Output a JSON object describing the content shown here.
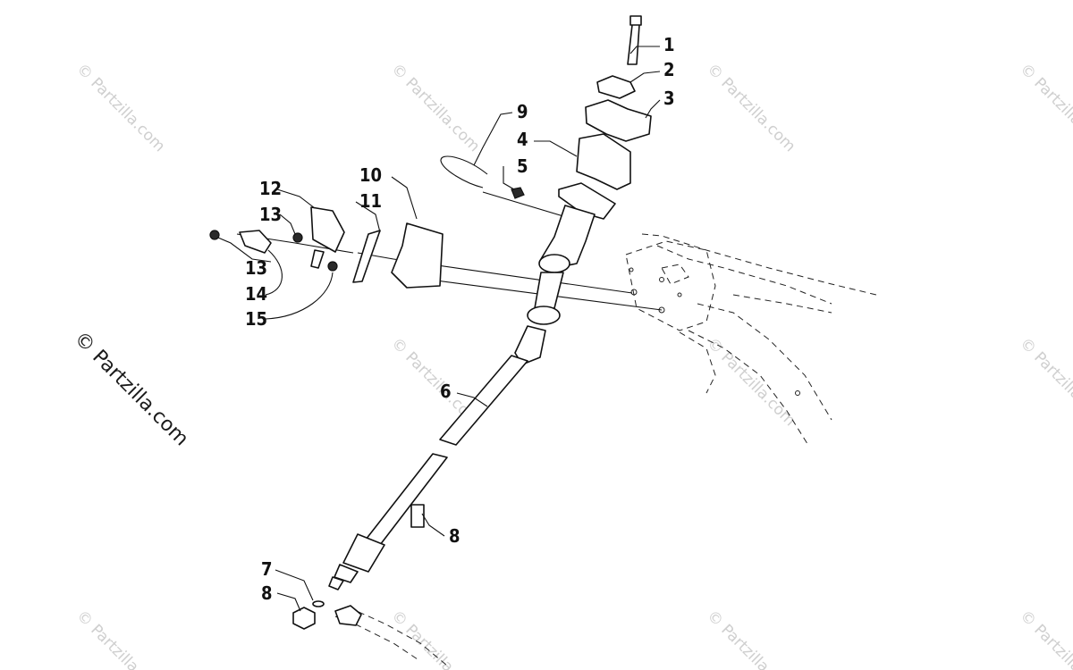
{
  "watermark": {
    "main_text": "© Partzilla.com",
    "tile_text": "© Partzilla.com"
  },
  "callouts": [
    {
      "id": "c1",
      "label": "1"
    },
    {
      "id": "c2",
      "label": "2"
    },
    {
      "id": "c3",
      "label": "3"
    },
    {
      "id": "c4",
      "label": "4"
    },
    {
      "id": "c5",
      "label": "5"
    },
    {
      "id": "c6",
      "label": "6"
    },
    {
      "id": "c7",
      "label": "7"
    },
    {
      "id": "c8a",
      "label": "8"
    },
    {
      "id": "c8b",
      "label": "8"
    },
    {
      "id": "c9",
      "label": "9"
    },
    {
      "id": "c10",
      "label": "10"
    },
    {
      "id": "c11",
      "label": "11"
    },
    {
      "id": "c12",
      "label": "12"
    },
    {
      "id": "c13a",
      "label": "13"
    },
    {
      "id": "c13b",
      "label": "13"
    },
    {
      "id": "c14",
      "label": "14"
    },
    {
      "id": "c15",
      "label": "15"
    }
  ],
  "colors": {
    "line": "#111111",
    "watermark": "#cfcfcf",
    "background": "#ffffff"
  }
}
